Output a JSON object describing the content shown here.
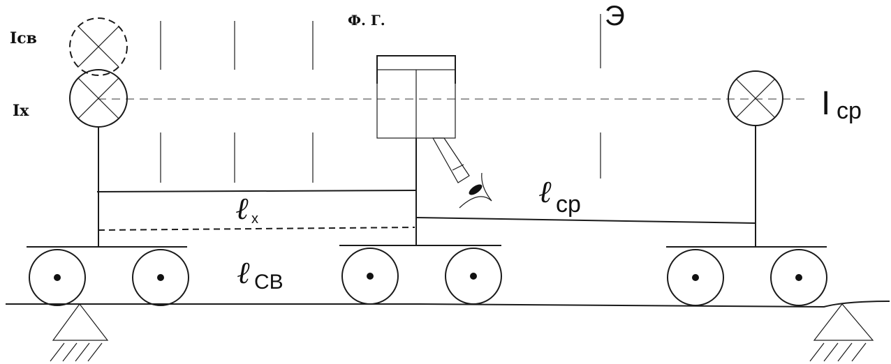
{
  "labels": {
    "i_sv": "Iсв",
    "i_x": "Ix",
    "fg": "Ф. Г.",
    "e": "Э",
    "i_sr_main": "I",
    "i_sr_sub": "cp",
    "l_x_main": "ℓ",
    "l_x_sub": "x",
    "l_sr_main": "ℓ",
    "l_sr_sub": "cp",
    "l_sv_main": "ℓ",
    "l_sv_sub": "CB"
  },
  "icons": {
    "lamp": "lamp-cross-icon",
    "eye": "eye-icon",
    "wheel": "wheel-icon",
    "support": "hinge-support-icon"
  }
}
